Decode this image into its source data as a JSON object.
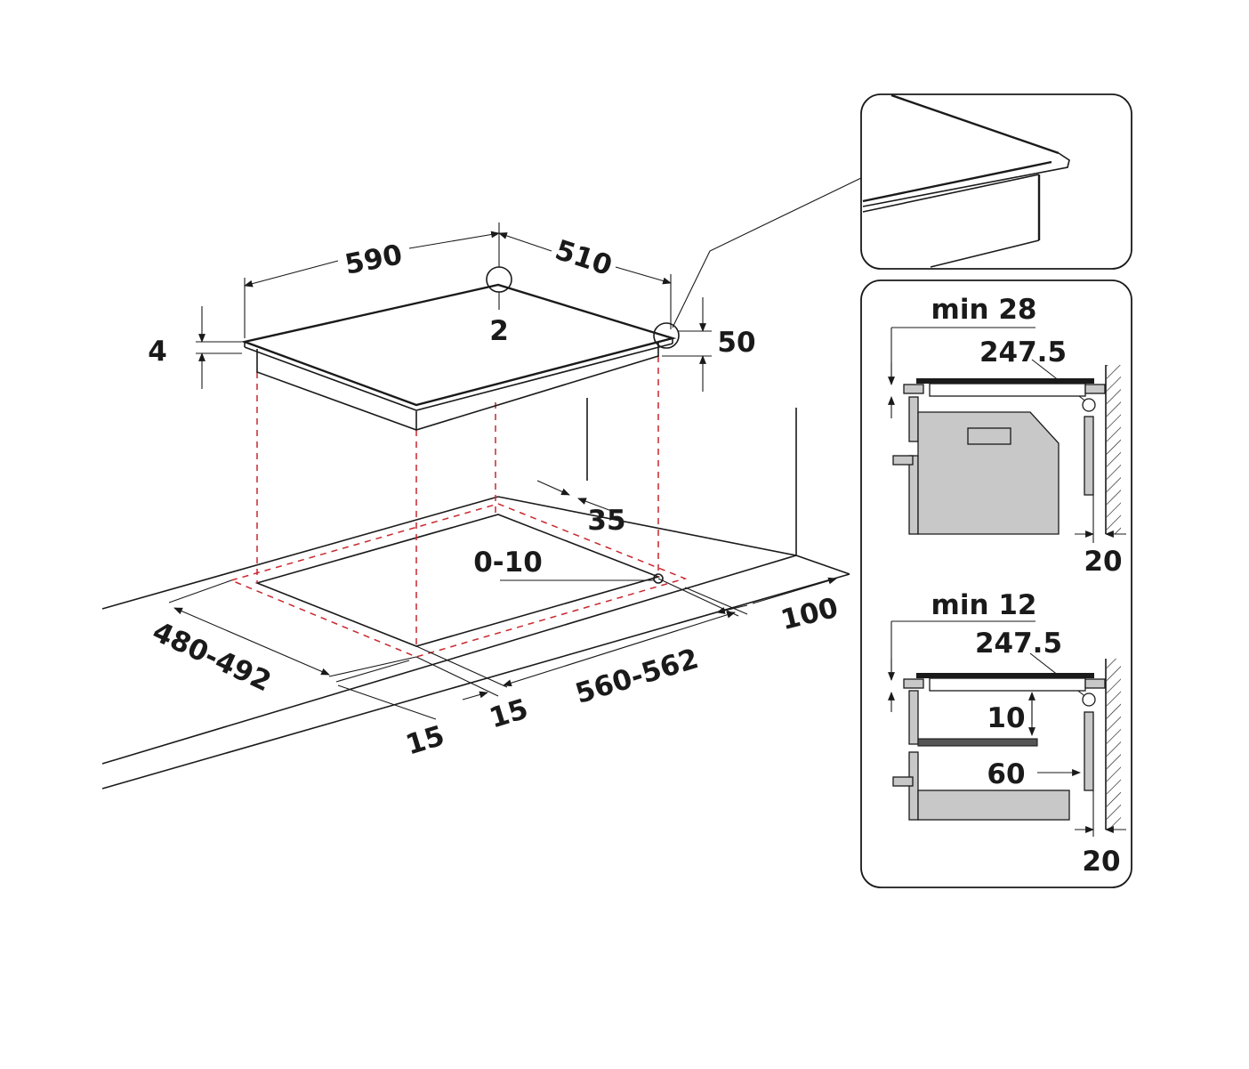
{
  "main_drawing": {
    "width_label": "590",
    "depth_label": "510",
    "corner_gap_label": "2",
    "glass_thickness_label": "4",
    "body_height_label": "50",
    "back_clearance_label": "35",
    "corner_offset_label": "0-10",
    "front_clearance_label": "100",
    "cutout_depth_label": "480-492",
    "cutout_width_label": "560-562",
    "front_edge_left_label": "15",
    "front_edge_right_label": "15"
  },
  "detail_oven": {
    "min_label": "min 28",
    "length_label": "247.5",
    "wall_gap_label": "20"
  },
  "detail_drawer": {
    "min_label": "min 12",
    "length_label": "247.5",
    "gap_vertical_label": "10",
    "gap_horizontal_label": "60",
    "wall_gap_label": "20"
  },
  "colors": {
    "line": "#1a1a1a",
    "cutout_dash": "#c8272d",
    "appliance_fill": "#c8c8c8"
  }
}
